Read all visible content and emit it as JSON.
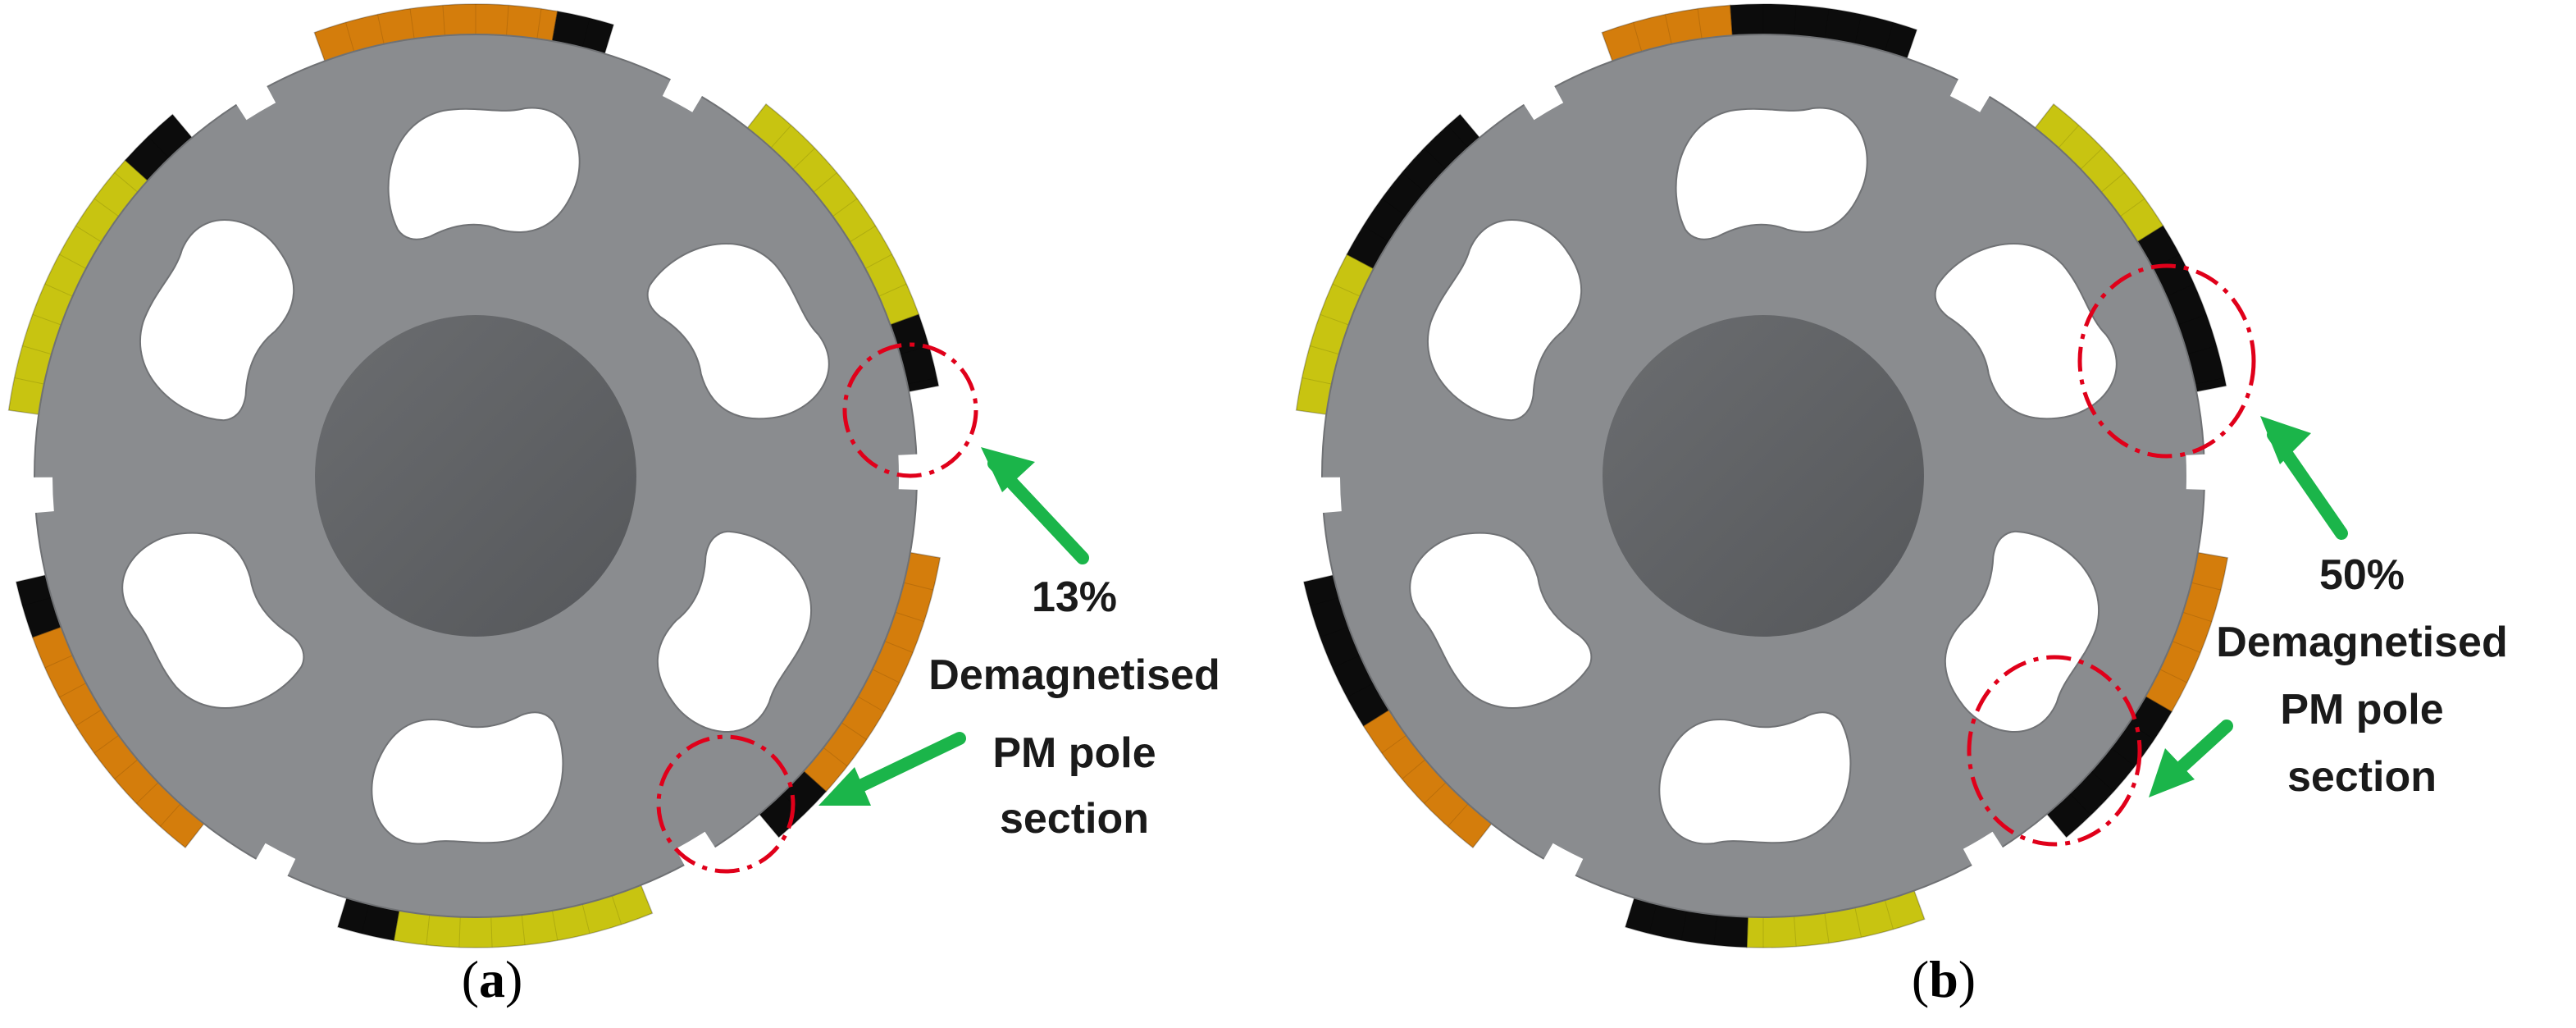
{
  "colors": {
    "rotor": "#8a8c8f",
    "rotor_edge": "#6f7174",
    "shaft": "#5e6062",
    "orange_pm": "#d47d0c",
    "yellow_pm": "#c8c411",
    "demag": "#0c0c0c",
    "circle": "#e0001a",
    "arrow": "#1bb54a"
  },
  "panels": [
    {
      "id": "a",
      "caption_open": "(",
      "caption_letter": "a",
      "caption_close": ")",
      "annotation": {
        "percent": "13%",
        "line1": "Demagnetised",
        "line2": "PM pole",
        "line3": "section"
      }
    },
    {
      "id": "b",
      "caption_open": "(",
      "caption_letter": "b",
      "caption_close": ")",
      "annotation": {
        "percent": "50%",
        "line1": "Demagnetised",
        "line2": "PM pole",
        "line3": "section"
      }
    }
  ]
}
